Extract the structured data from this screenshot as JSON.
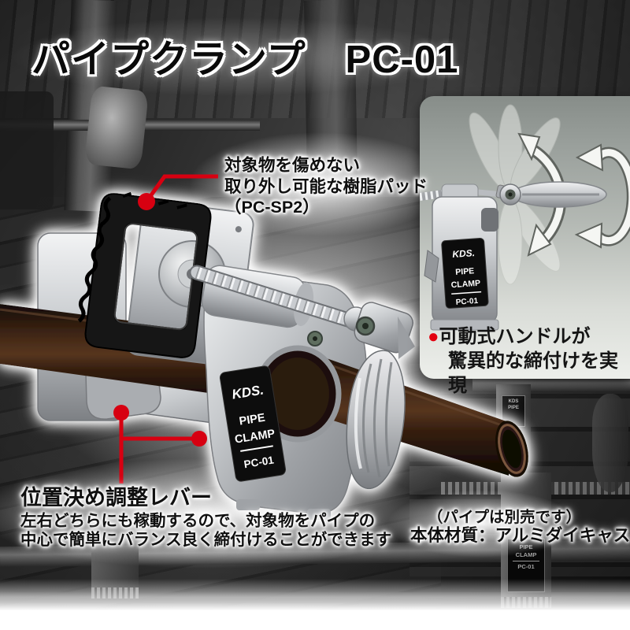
{
  "title": "パイプクランプ　PC-01",
  "callout_pad": {
    "line1": "対象物を傷めない",
    "line2": "取り外し可能な樹脂パッド",
    "line3": "（PC-SP2）"
  },
  "inset": {
    "bullet": "●",
    "line1": "可動式ハンドルが",
    "line2": "驚異的な締付けを実現"
  },
  "callout_lever": {
    "title": "位置決め調整レバー",
    "desc1": "左右どちらにも稼動するので、対象物をパイプの",
    "desc2": "中心で簡単にバランス良く締付けることができます"
  },
  "notes": {
    "pipe": "（パイプは別売です）",
    "material": "本体材質：アルミダイキャスト"
  },
  "product_label": {
    "brand": "KDS.",
    "word1": "PIPE",
    "word2": "CLAMP",
    "model": "PC-01"
  },
  "bg_label": {
    "brand": "KDS",
    "word1": "PIPE",
    "word2": "CLAMP",
    "model": "PC-01"
  },
  "colors": {
    "accent_red": "#d70011",
    "silver": "#c9cccf",
    "pipe_brown": "#33200f",
    "inset_top": "#878d89",
    "inset_bottom": "#edefeb"
  }
}
